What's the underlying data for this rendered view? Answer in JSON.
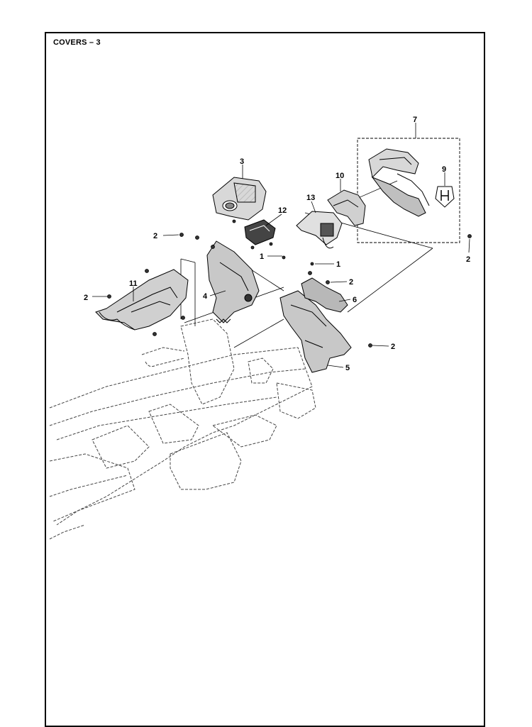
{
  "page": {
    "title": "COVERS – 3"
  },
  "callouts": [
    {
      "id": "c7",
      "label": "7"
    },
    {
      "id": "c3",
      "label": "3"
    },
    {
      "id": "c9",
      "label": "9"
    },
    {
      "id": "c10",
      "label": "10"
    },
    {
      "id": "c12",
      "label": "12"
    },
    {
      "id": "c13",
      "label": "13"
    },
    {
      "id": "c2a",
      "label": "2"
    },
    {
      "id": "c1a",
      "label": "1"
    },
    {
      "id": "c2b",
      "label": "2"
    },
    {
      "id": "c1b",
      "label": "1"
    },
    {
      "id": "c2c",
      "label": "2"
    },
    {
      "id": "c11",
      "label": "11"
    },
    {
      "id": "c2d",
      "label": "2"
    },
    {
      "id": "c4",
      "label": "4"
    },
    {
      "id": "c6",
      "label": "6"
    },
    {
      "id": "c2e",
      "label": "2"
    },
    {
      "id": "c5",
      "label": "5"
    }
  ],
  "colors": {
    "line": "#000000",
    "part_fill": "#e8e8e8",
    "part_dark": "#555555",
    "frame_dash": "#444444"
  }
}
